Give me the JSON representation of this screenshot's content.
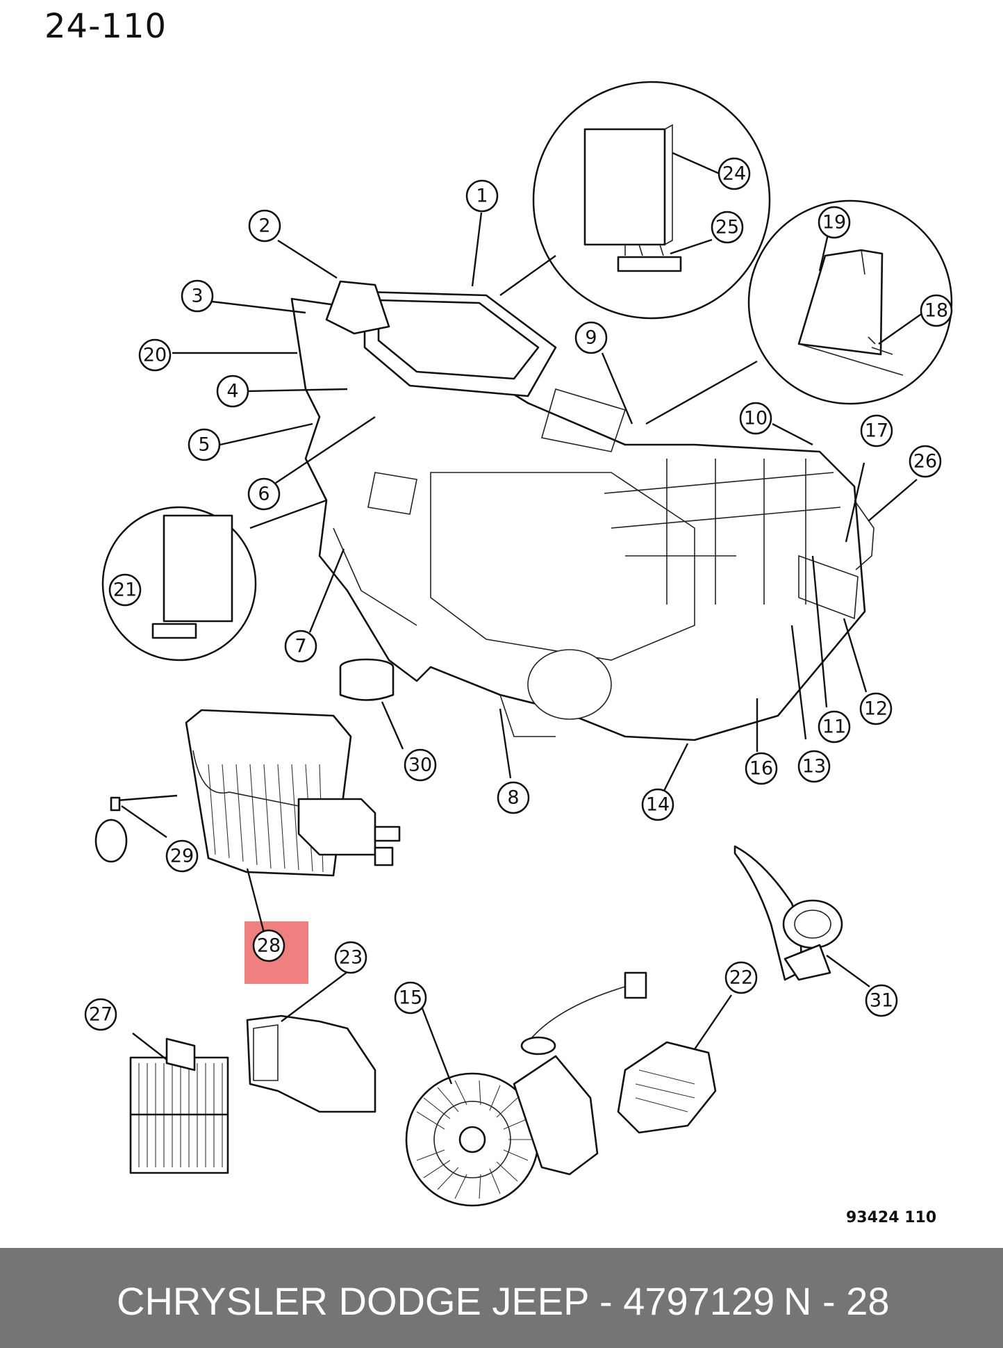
{
  "page_number": "24-110",
  "figure_code": "93424 110",
  "highlight_color": "#f08080",
  "callouts": [
    {
      "id": "1",
      "label": "1"
    },
    {
      "id": "2",
      "label": "2"
    },
    {
      "id": "3",
      "label": "3"
    },
    {
      "id": "4",
      "label": "4"
    },
    {
      "id": "5",
      "label": "5"
    },
    {
      "id": "6",
      "label": "6"
    },
    {
      "id": "7",
      "label": "7"
    },
    {
      "id": "8",
      "label": "8"
    },
    {
      "id": "9",
      "label": "9"
    },
    {
      "id": "10",
      "label": "10"
    },
    {
      "id": "11",
      "label": "11"
    },
    {
      "id": "12",
      "label": "12"
    },
    {
      "id": "13",
      "label": "13"
    },
    {
      "id": "14",
      "label": "14"
    },
    {
      "id": "15",
      "label": "15"
    },
    {
      "id": "16",
      "label": "16"
    },
    {
      "id": "17",
      "label": "17"
    },
    {
      "id": "18",
      "label": "18"
    },
    {
      "id": "19",
      "label": "19"
    },
    {
      "id": "20",
      "label": "20"
    },
    {
      "id": "21",
      "label": "21"
    },
    {
      "id": "22",
      "label": "22"
    },
    {
      "id": "23",
      "label": "23"
    },
    {
      "id": "24",
      "label": "24"
    },
    {
      "id": "25",
      "label": "25"
    },
    {
      "id": "26",
      "label": "26"
    },
    {
      "id": "27",
      "label": "27"
    },
    {
      "id": "28",
      "label": "28",
      "highlighted": true
    },
    {
      "id": "29",
      "label": "29"
    },
    {
      "id": "30",
      "label": "30"
    },
    {
      "id": "31",
      "label": "31"
    }
  ],
  "footer": {
    "text": "CHRYSLER DODGE JEEP - 4797129",
    "ref": "N - 28"
  }
}
